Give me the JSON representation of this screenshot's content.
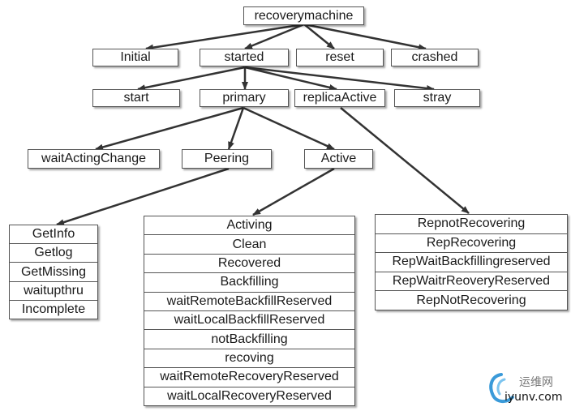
{
  "root": "recoverymachine",
  "level1": [
    "Initial",
    "started",
    "reset",
    "crashed"
  ],
  "level2": [
    "start",
    "primary",
    "replicaActive",
    "stray"
  ],
  "level3": [
    "waitActingChange",
    "Peering",
    "Active"
  ],
  "peering_states": [
    "GetInfo",
    "Getlog",
    "GetMissing",
    "waitupthru",
    "Incomplete"
  ],
  "active_states": [
    "Activing",
    "Clean",
    "Recovered",
    "Backfilling",
    "waitRemoteBackfillReserved",
    "waitLocalBackfillReserved",
    "notBackfilling",
    "recoving",
    "waitRemoteRecoveryReserved",
    "waitLocalRecoveryReserved"
  ],
  "replica_states": [
    "RepnotRecovering",
    "RepRecovering",
    "RepWaitBackfillingreserved",
    "RepWaitrReoveryReserved",
    "RepNotRecovering"
  ],
  "watermark": {
    "cn": "运维网",
    "url": "iyunv.com"
  }
}
